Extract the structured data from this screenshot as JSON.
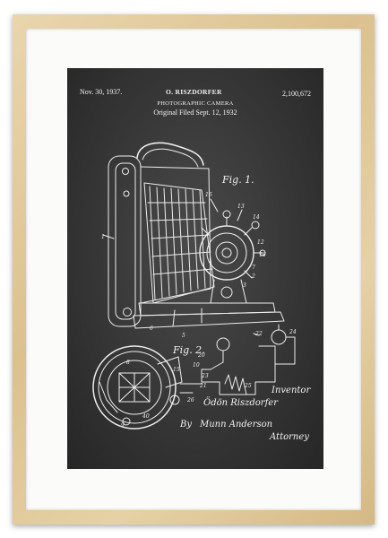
{
  "header": {
    "date": "Nov. 30, 1937.",
    "inventor": "O. RISZDORFER",
    "patent_number": "2,100,672",
    "title": "PHOTOGRAPHIC CAMERA",
    "filed": "Original Filed Sept. 12, 1932"
  },
  "figures": {
    "fig1": "Fig. 1.",
    "fig2": "Fig. 2."
  },
  "signature": {
    "inventor_label": "Inventor",
    "inventor_name": "Ödön Riszdorfer",
    "by": "By",
    "attorney_name": "Munn Anderson",
    "attorney_label": "Attorney"
  },
  "colors": {
    "frame": "#dcc18f",
    "mat": "#fbfbf9",
    "blackboard": "#363636",
    "chalk": "#f2f2f2"
  }
}
